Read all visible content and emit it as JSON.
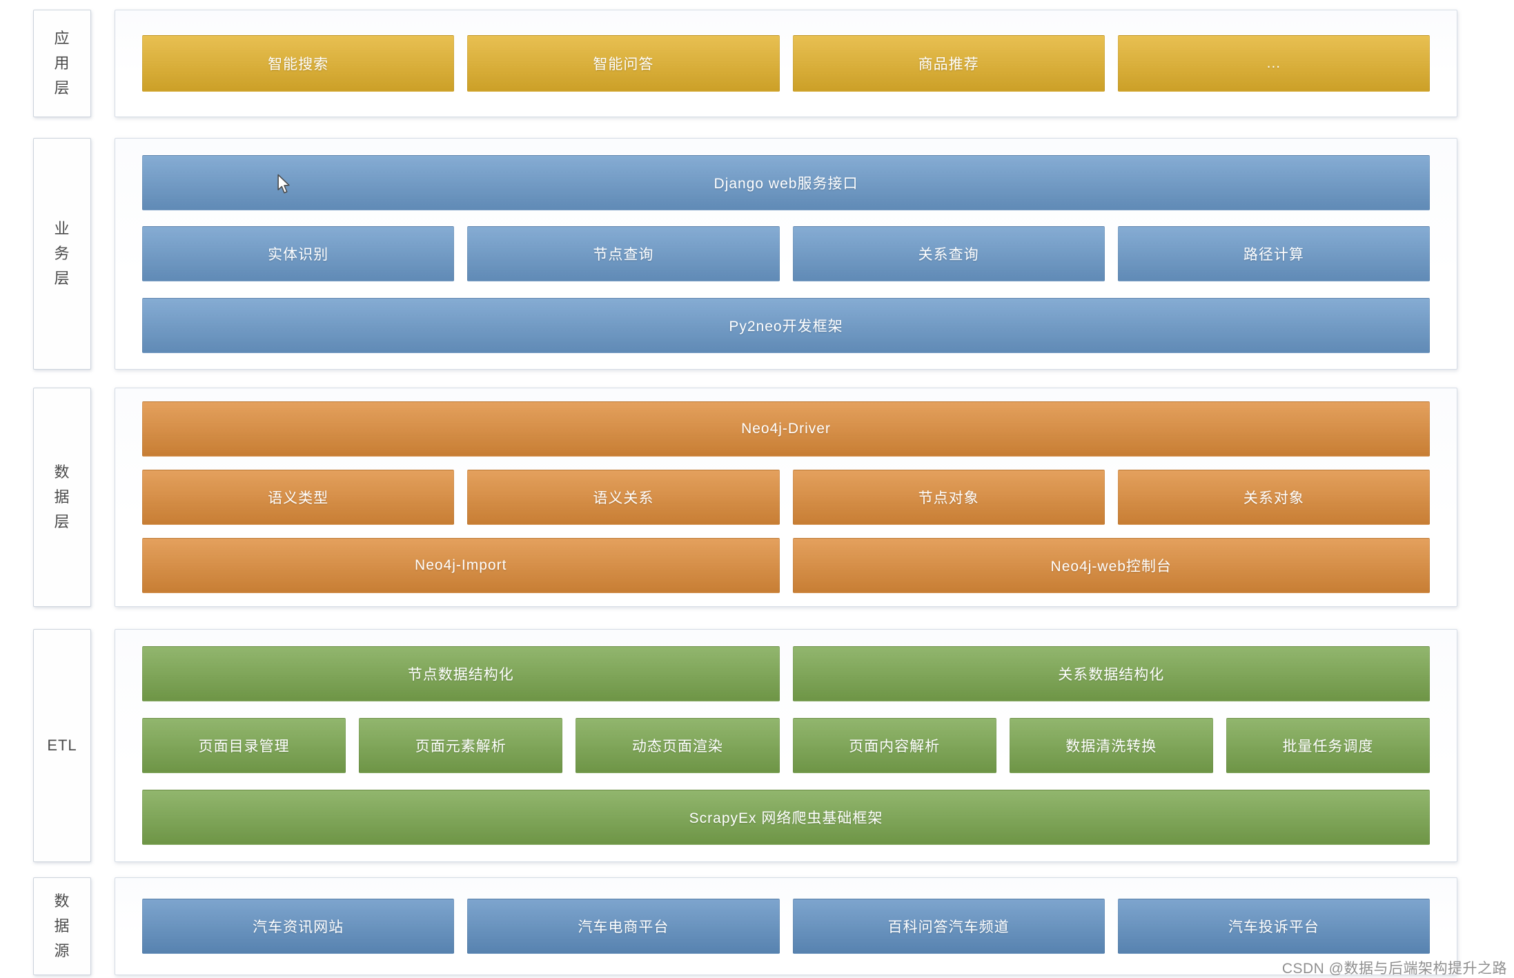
{
  "colors": {
    "yellow": "#e3b22c",
    "blue": "#6b9aca",
    "orange": "#de8c3a",
    "green": "#7aa64e",
    "source_blue": "#6191c3"
  },
  "sections": [
    {
      "id": "application",
      "label": "应用层",
      "color": "yellow",
      "rows": [
        {
          "cells": [
            "智能搜索",
            "智能问答",
            "商品推荐",
            "..."
          ]
        }
      ]
    },
    {
      "id": "business",
      "label": "业务层",
      "color": "blue",
      "rows": [
        {
          "cells": [
            "Django web服务接口"
          ]
        },
        {
          "cells": [
            "实体识别",
            "节点查询",
            "关系查询",
            "路径计算"
          ]
        },
        {
          "cells": [
            "Py2neo开发框架"
          ]
        }
      ]
    },
    {
      "id": "data",
      "label": "数据层",
      "color": "orange",
      "rows": [
        {
          "cells": [
            "Neo4j-Driver"
          ]
        },
        {
          "cells": [
            "语义类型",
            "语义关系",
            "节点对象",
            "关系对象"
          ]
        },
        {
          "cells": [
            "Neo4j-Import",
            "Neo4j-web控制台"
          ]
        }
      ]
    },
    {
      "id": "etl",
      "label": "ETL",
      "color": "green",
      "rows": [
        {
          "cells": [
            "节点数据结构化",
            "关系数据结构化"
          ]
        },
        {
          "cells": [
            "页面目录管理",
            "页面元素解析",
            "动态页面渲染",
            "页面内容解析",
            "数据清洗转换",
            "批量任务调度"
          ]
        },
        {
          "cells": [
            "ScrapyEx 网络爬虫基础框架"
          ]
        }
      ]
    },
    {
      "id": "datasource",
      "label": "数据源",
      "color": "source_blue",
      "rows": [
        {
          "cells": [
            "汽车资讯网站",
            "汽车电商平台",
            "百科问答汽车频道",
            "汽车投诉平台"
          ]
        }
      ]
    }
  ],
  "watermark": "CSDN @数据与后端架构提升之路"
}
